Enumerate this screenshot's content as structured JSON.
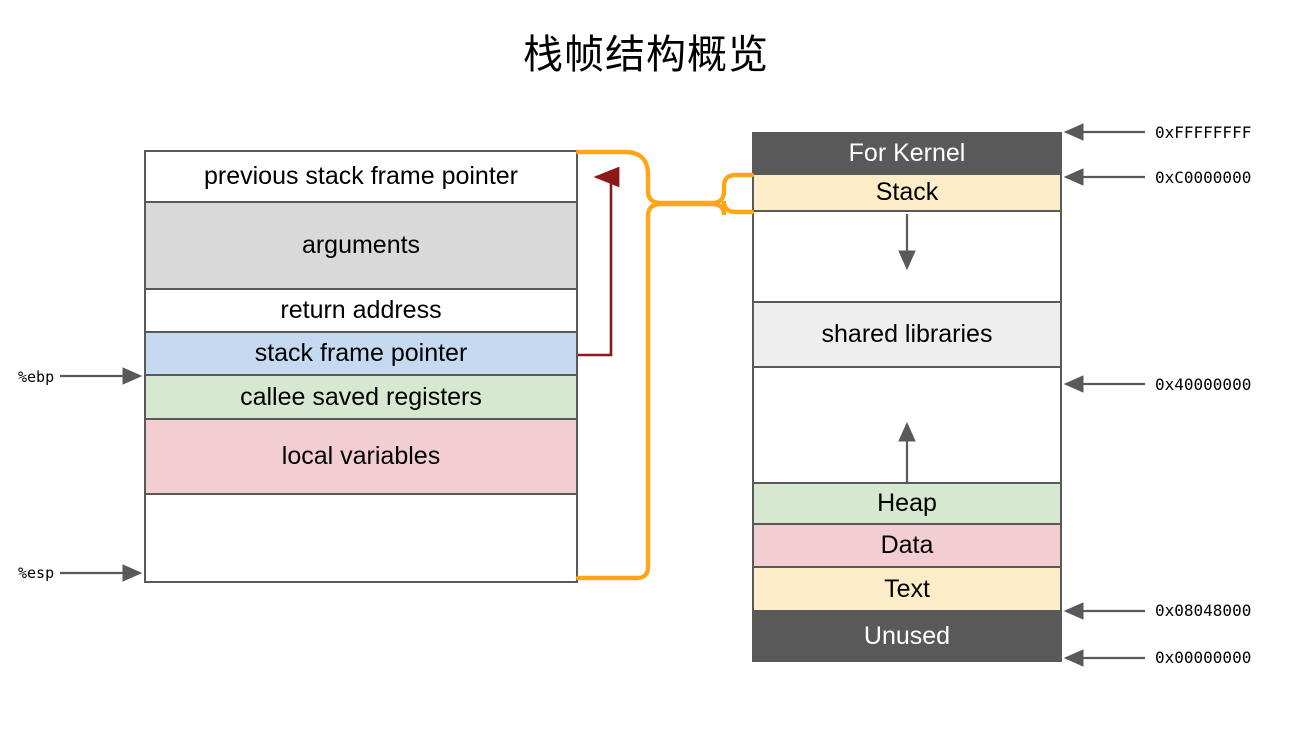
{
  "title": "栈帧结构概览",
  "colors": {
    "border": "#595959",
    "gray_fill": "#d9d9d9",
    "blue_fill": "#c5d9f1",
    "green_fill": "#d7e8d0",
    "pink_fill": "#f2cdd2",
    "yellow_fill": "#fdeec9",
    "dark_fill": "#595959",
    "light_gray_fill": "#eeeeee",
    "white_fill": "#ffffff",
    "orange_connector": "#ffa616",
    "dark_red_arrow": "#8b1a1a",
    "arrow_gray": "#595959",
    "dark_text": "#000000",
    "light_text": "#ffffff"
  },
  "stack_frame": {
    "name": "stack-frame-diagram",
    "rows": [
      {
        "label": "previous stack frame pointer",
        "fill": "white"
      },
      {
        "label": "arguments",
        "fill": "gray"
      },
      {
        "label": "return address",
        "fill": "white"
      },
      {
        "label": "stack frame pointer",
        "fill": "blue"
      },
      {
        "label": "callee saved registers",
        "fill": "green"
      },
      {
        "label": "local variables",
        "fill": "pink"
      },
      {
        "label": "",
        "fill": "white"
      }
    ],
    "registers": [
      {
        "name": "ebp-pointer-label",
        "label": "%ebp",
        "points_to": "callee saved registers (top edge)"
      },
      {
        "name": "esp-pointer-label",
        "label": "%esp",
        "points_to": "bottom of stack frame"
      }
    ]
  },
  "memory_layout": {
    "name": "process-memory-layout-diagram",
    "segments": [
      {
        "label": "For Kernel",
        "fill": "dark"
      },
      {
        "label": "Stack",
        "fill": "yellow"
      },
      {
        "label": "",
        "fill": "white",
        "arrow": "down"
      },
      {
        "label": "shared libraries",
        "fill": "light_gray"
      },
      {
        "label": "",
        "fill": "white",
        "arrow": "up"
      },
      {
        "label": "Heap",
        "fill": "green"
      },
      {
        "label": "Data",
        "fill": "pink"
      },
      {
        "label": "Text",
        "fill": "yellow"
      },
      {
        "label": "Unused",
        "fill": "dark"
      }
    ],
    "addresses": [
      {
        "label": "0xFFFFFFFF",
        "marks": "top of For Kernel"
      },
      {
        "label": "0xC0000000",
        "marks": "top of Stack"
      },
      {
        "label": "0x40000000",
        "marks": "bottom of shared libraries"
      },
      {
        "label": "0x08048000",
        "marks": "bottom of Text"
      },
      {
        "label": "0x00000000",
        "marks": "bottom of Unused"
      }
    ]
  },
  "connectors": [
    {
      "name": "stack-frame-to-stack-segment-bracket",
      "color": "#ffa616",
      "style": "orange curly bracket linking left stack frame box to Stack segment"
    },
    {
      "name": "saved-frame-pointer-link-arrow",
      "color": "#8b1a1a",
      "style": "dark red arrow from stack frame pointer row to previous stack frame pointer row"
    }
  ]
}
